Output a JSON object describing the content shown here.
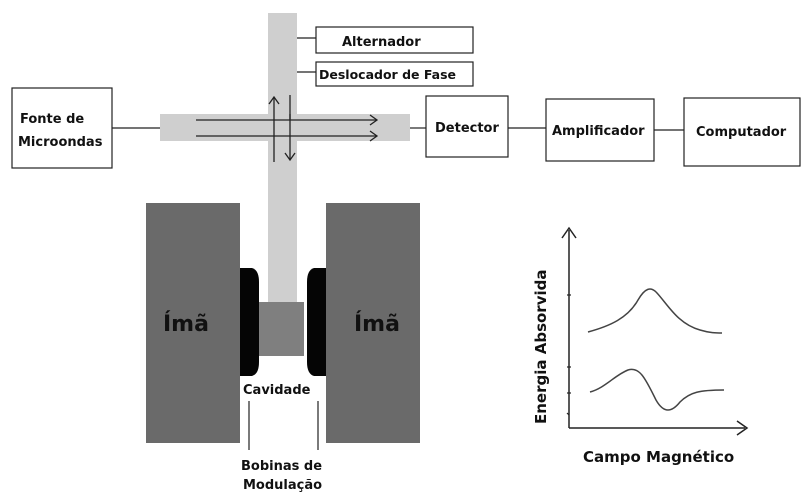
{
  "boxes": {
    "microwave_source_line1": "Fonte de",
    "microwave_source_line2": "Microondas",
    "alternator": "Alternador",
    "phase_shifter": "Deslocador de Fase",
    "detector": "Detector",
    "amplifier": "Amplificador",
    "computer": "Computador"
  },
  "magnet": {
    "left_label": "Ímã",
    "right_label": "Ímã"
  },
  "cavity": {
    "label": "Cavidade"
  },
  "modulation_coils": {
    "line1": "Bobinas de",
    "line2": "Modulação"
  },
  "graph": {
    "ylabel": "Energia Absorvida",
    "xlabel": "Campo Magnético"
  },
  "colors": {
    "magnet": "#6a6a6a",
    "waveguide": "#cfcfcf",
    "cavity": "#7f7f7f",
    "coil": "#050505",
    "line": "#222222"
  }
}
